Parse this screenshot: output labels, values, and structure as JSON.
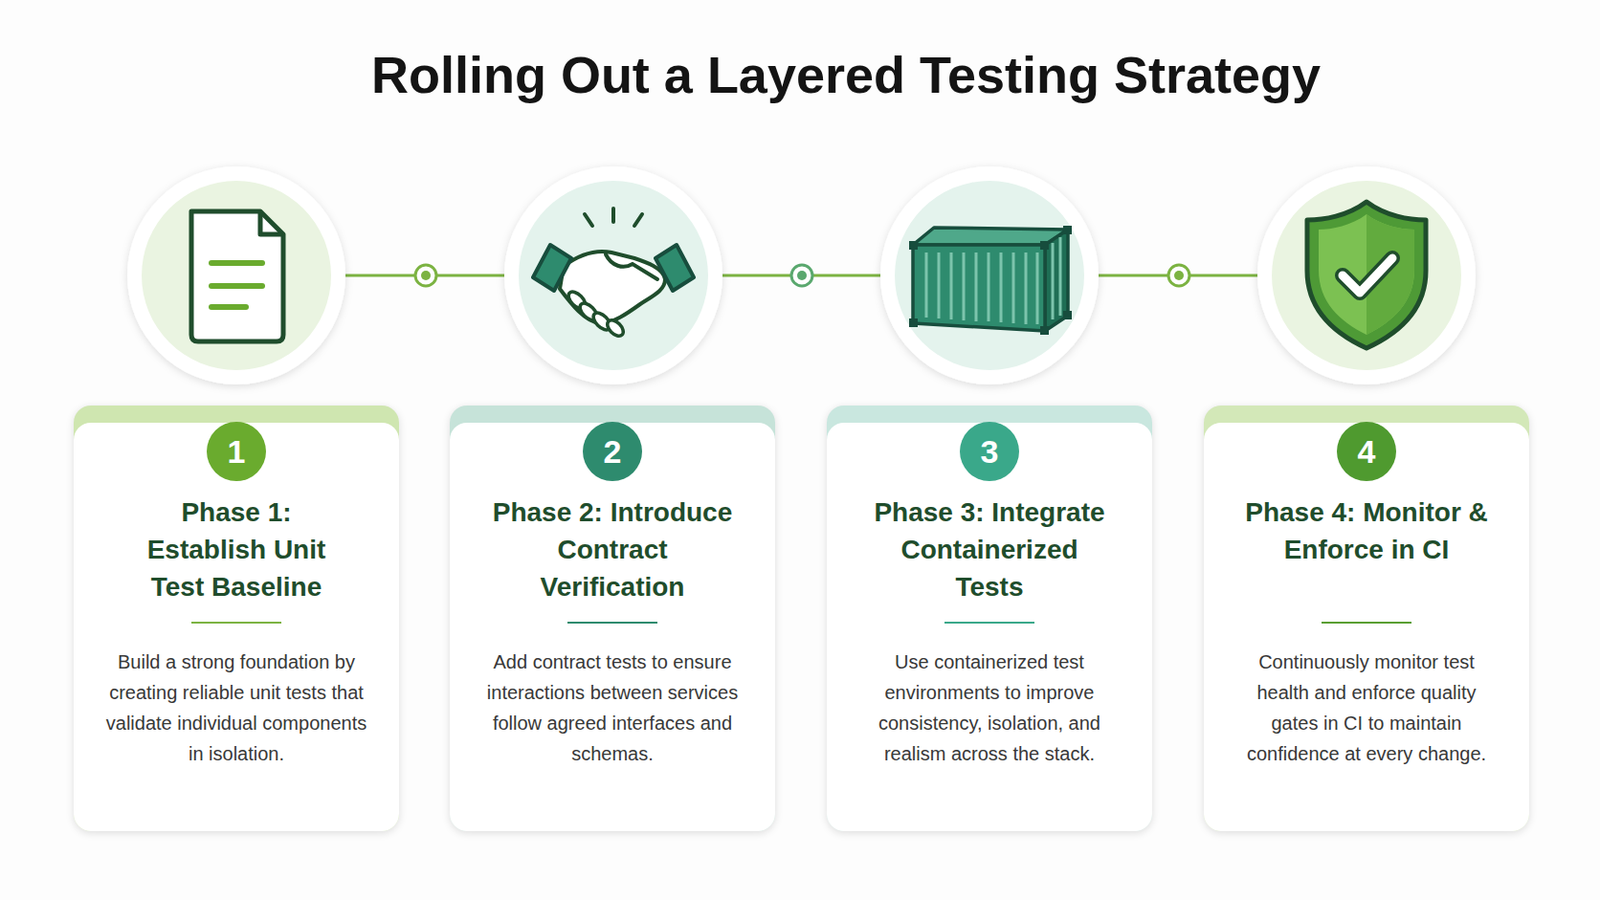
{
  "diagram": {
    "title": "Rolling Out a Layered Testing Strategy",
    "nodes": [
      {
        "text": [
          "Phase 1: Establish Unit Test Baseline",
          "Build a strong foundation by creating reliable unit tests that validate individual components in isolation."
        ]
      },
      {
        "text": [
          "1"
        ],
        "in": 0
      },
      {
        "text": [
          "Phase 2: Introduce Contract Verification",
          "Add contract tests to ensure interactions between services follow agreed interfaces and schemas."
        ]
      },
      {
        "text": [
          "2"
        ],
        "in": 2
      },
      {
        "text": [
          "Phase 3: Integrate Containerized Tests",
          "Use containerized test environments to improve consistency, isolation, and realism across the stack."
        ]
      },
      {
        "text": [
          "3"
        ],
        "in": 4
      },
      {
        "text": [
          "Phase 4: Monitor & Enforce in CI",
          "Continuously monitor test health and enforce quality gates in CI to maintain confidence at every change."
        ]
      },
      {
        "text": [
          "4"
        ],
        "in": 6
      }
    ]
  }
}
